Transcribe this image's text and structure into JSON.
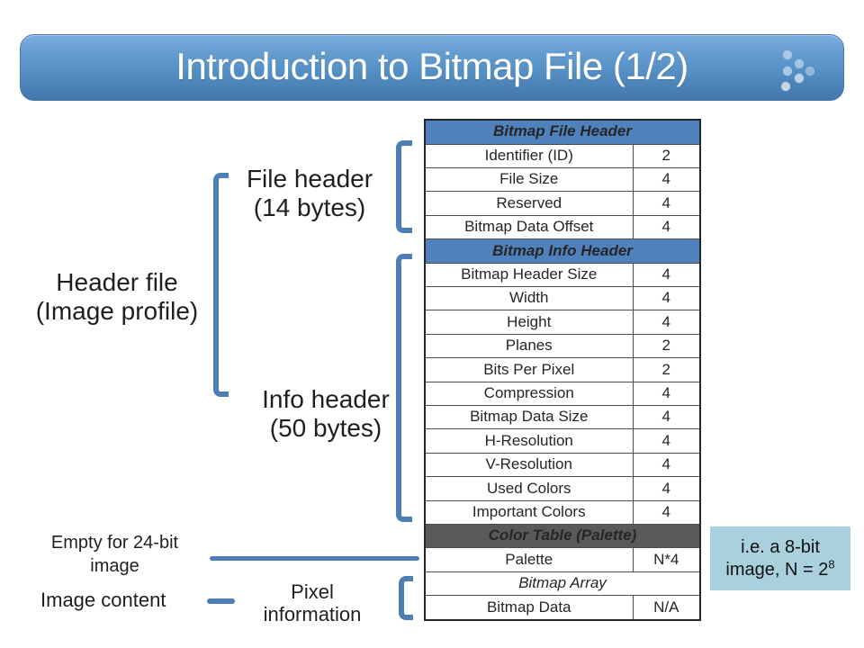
{
  "slide": {
    "title": "Introduction to Bitmap File (1/2)"
  },
  "labels": {
    "file_header": {
      "line1": "File header",
      "line2": "(14 bytes)"
    },
    "header_file": {
      "line1": "Header file",
      "line2": "(Image profile)"
    },
    "info_header": {
      "line1": "Info header",
      "line2": "(50 bytes)"
    },
    "empty_24bit": {
      "line1": "Empty for 24-bit",
      "line2": "image"
    },
    "image_content": "Image content",
    "pixel_information": {
      "line1": "Pixel",
      "line2": "information"
    },
    "note": {
      "line1": "i.e. a 8-bit",
      "line2_prefix": "image, N = 2",
      "line2_sup": "8"
    }
  },
  "table": {
    "rows": [
      {
        "type": "header_blue",
        "label": "Bitmap File Header"
      },
      {
        "type": "data",
        "field": "Identifier (ID)",
        "bytes": "2"
      },
      {
        "type": "data",
        "field": "File Size",
        "bytes": "4"
      },
      {
        "type": "data",
        "field": "Reserved",
        "bytes": "4"
      },
      {
        "type": "data",
        "field": "Bitmap Data Offset",
        "bytes": "4"
      },
      {
        "type": "header_blue",
        "label": "Bitmap Info Header"
      },
      {
        "type": "data",
        "field": "Bitmap Header Size",
        "bytes": "4"
      },
      {
        "type": "data",
        "field": "Width",
        "bytes": "4"
      },
      {
        "type": "data",
        "field": "Height",
        "bytes": "4"
      },
      {
        "type": "data",
        "field": "Planes",
        "bytes": "2"
      },
      {
        "type": "data",
        "field": "Bits Per Pixel",
        "bytes": "2"
      },
      {
        "type": "data",
        "field": "Compression",
        "bytes": "4"
      },
      {
        "type": "data",
        "field": "Bitmap Data Size",
        "bytes": "4"
      },
      {
        "type": "data",
        "field": "H-Resolution",
        "bytes": "4"
      },
      {
        "type": "data",
        "field": "V-Resolution",
        "bytes": "4"
      },
      {
        "type": "data",
        "field": "Used Colors",
        "bytes": "4"
      },
      {
        "type": "data",
        "field": "Important Colors",
        "bytes": "4"
      },
      {
        "type": "header_gray",
        "label": "Color Table (Palette)"
      },
      {
        "type": "data",
        "field": "Palette",
        "bytes": "N*4"
      },
      {
        "type": "header_plain",
        "label": "Bitmap Array"
      },
      {
        "type": "data",
        "field": "Bitmap Data",
        "bytes": "N/A"
      }
    ]
  },
  "colors": {
    "title_grad_top": "#6ba1d4",
    "title_grad_bottom": "#4377ac",
    "header_blue": "#4f81bd",
    "header_gray": "#595959",
    "bracket_blue": "#4d7fb5",
    "note_bg": "#a8d0dd"
  }
}
